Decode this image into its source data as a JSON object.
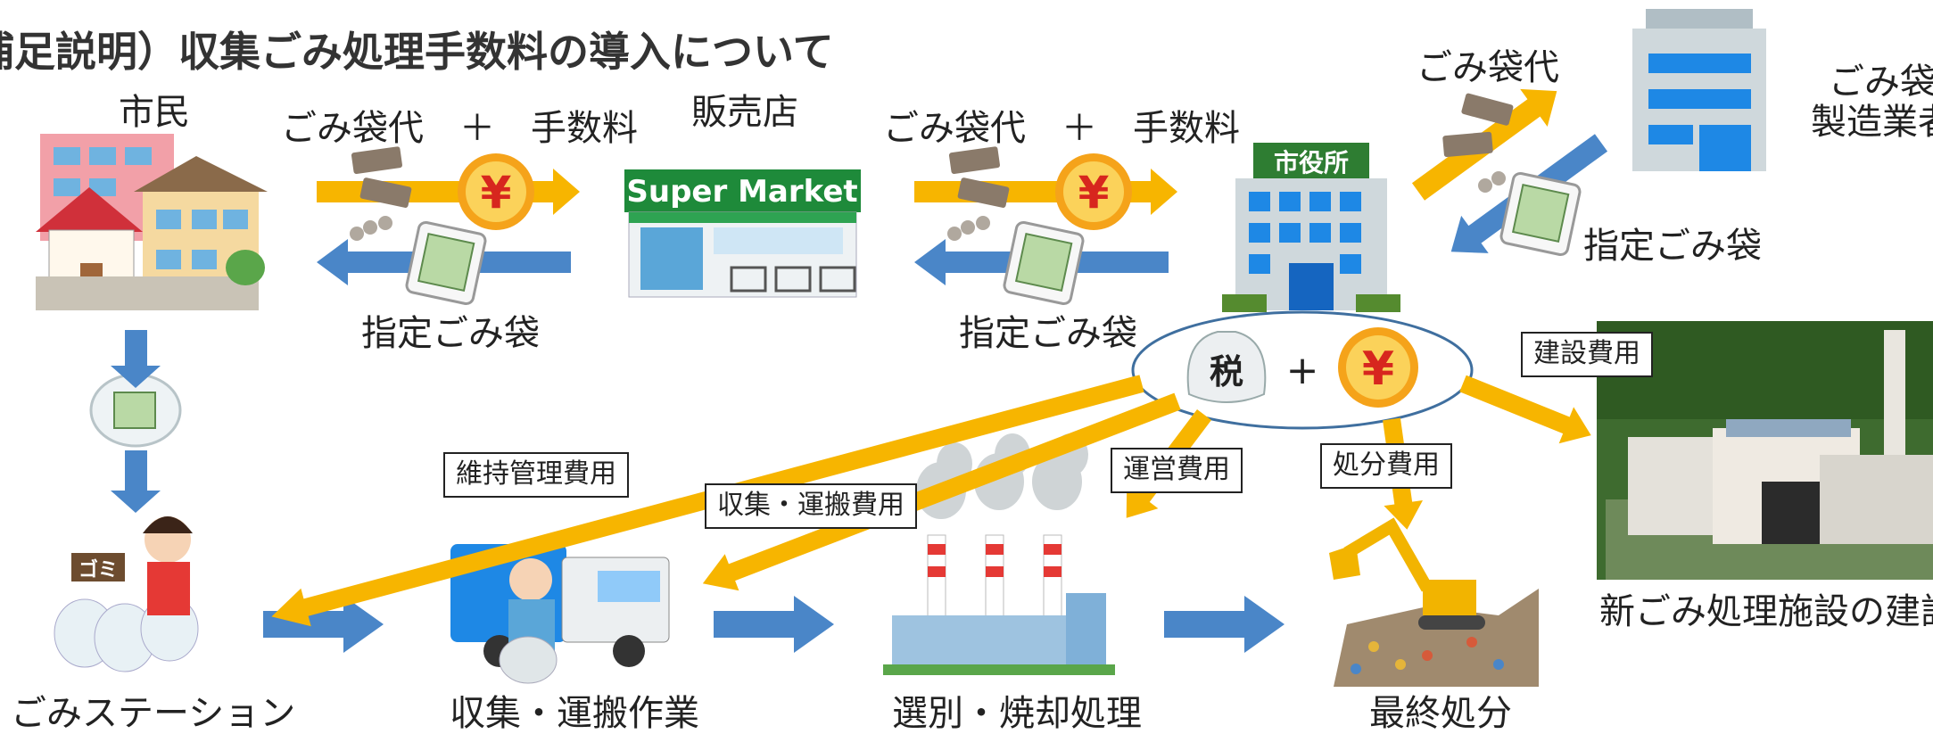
{
  "title": "補足説明）収集ごみ処理手数料の導入について",
  "nodes": {
    "citizen": "市民",
    "store": "販売店",
    "city_hall_sign": "市役所",
    "manufacturer_line1": "ごみ袋",
    "manufacturer_line2": "製造業者",
    "station": "ごみステーション",
    "collection": "収集・運搬作業",
    "sorting": "選別・焼却処理",
    "final": "最終処分",
    "new_facility": "新ごみ処理施設の建設"
  },
  "flows": {
    "citizen_to_store": "ごみ袋代　＋　手数料",
    "store_to_citizen": "指定ごみ袋",
    "store_to_city": "ごみ袋代　＋　手数料",
    "city_to_store": "指定ごみ袋",
    "city_to_maker": "ごみ袋代",
    "maker_to_city": "指定ごみ袋"
  },
  "funding": {
    "tax_glyph": "税",
    "plus": "+",
    "yen_glyph": "¥",
    "supermarket_sign": "Super Market",
    "gomi_sign": "ゴミ"
  },
  "cost_labels": {
    "construction": "建設費用",
    "maintenance": "維持管理費用",
    "collection_cost": "収集・運搬費用",
    "operation": "運営費用",
    "disposal": "処分費用"
  },
  "colors": {
    "orange_arrow": "#f7b500",
    "blue_arrow": "#4a86c8",
    "yen_circle": "#f5a31a",
    "yen_mark": "#d7261e",
    "supermarket_green": "#1e8a3a",
    "city_hall_green": "#2e7d32"
  }
}
